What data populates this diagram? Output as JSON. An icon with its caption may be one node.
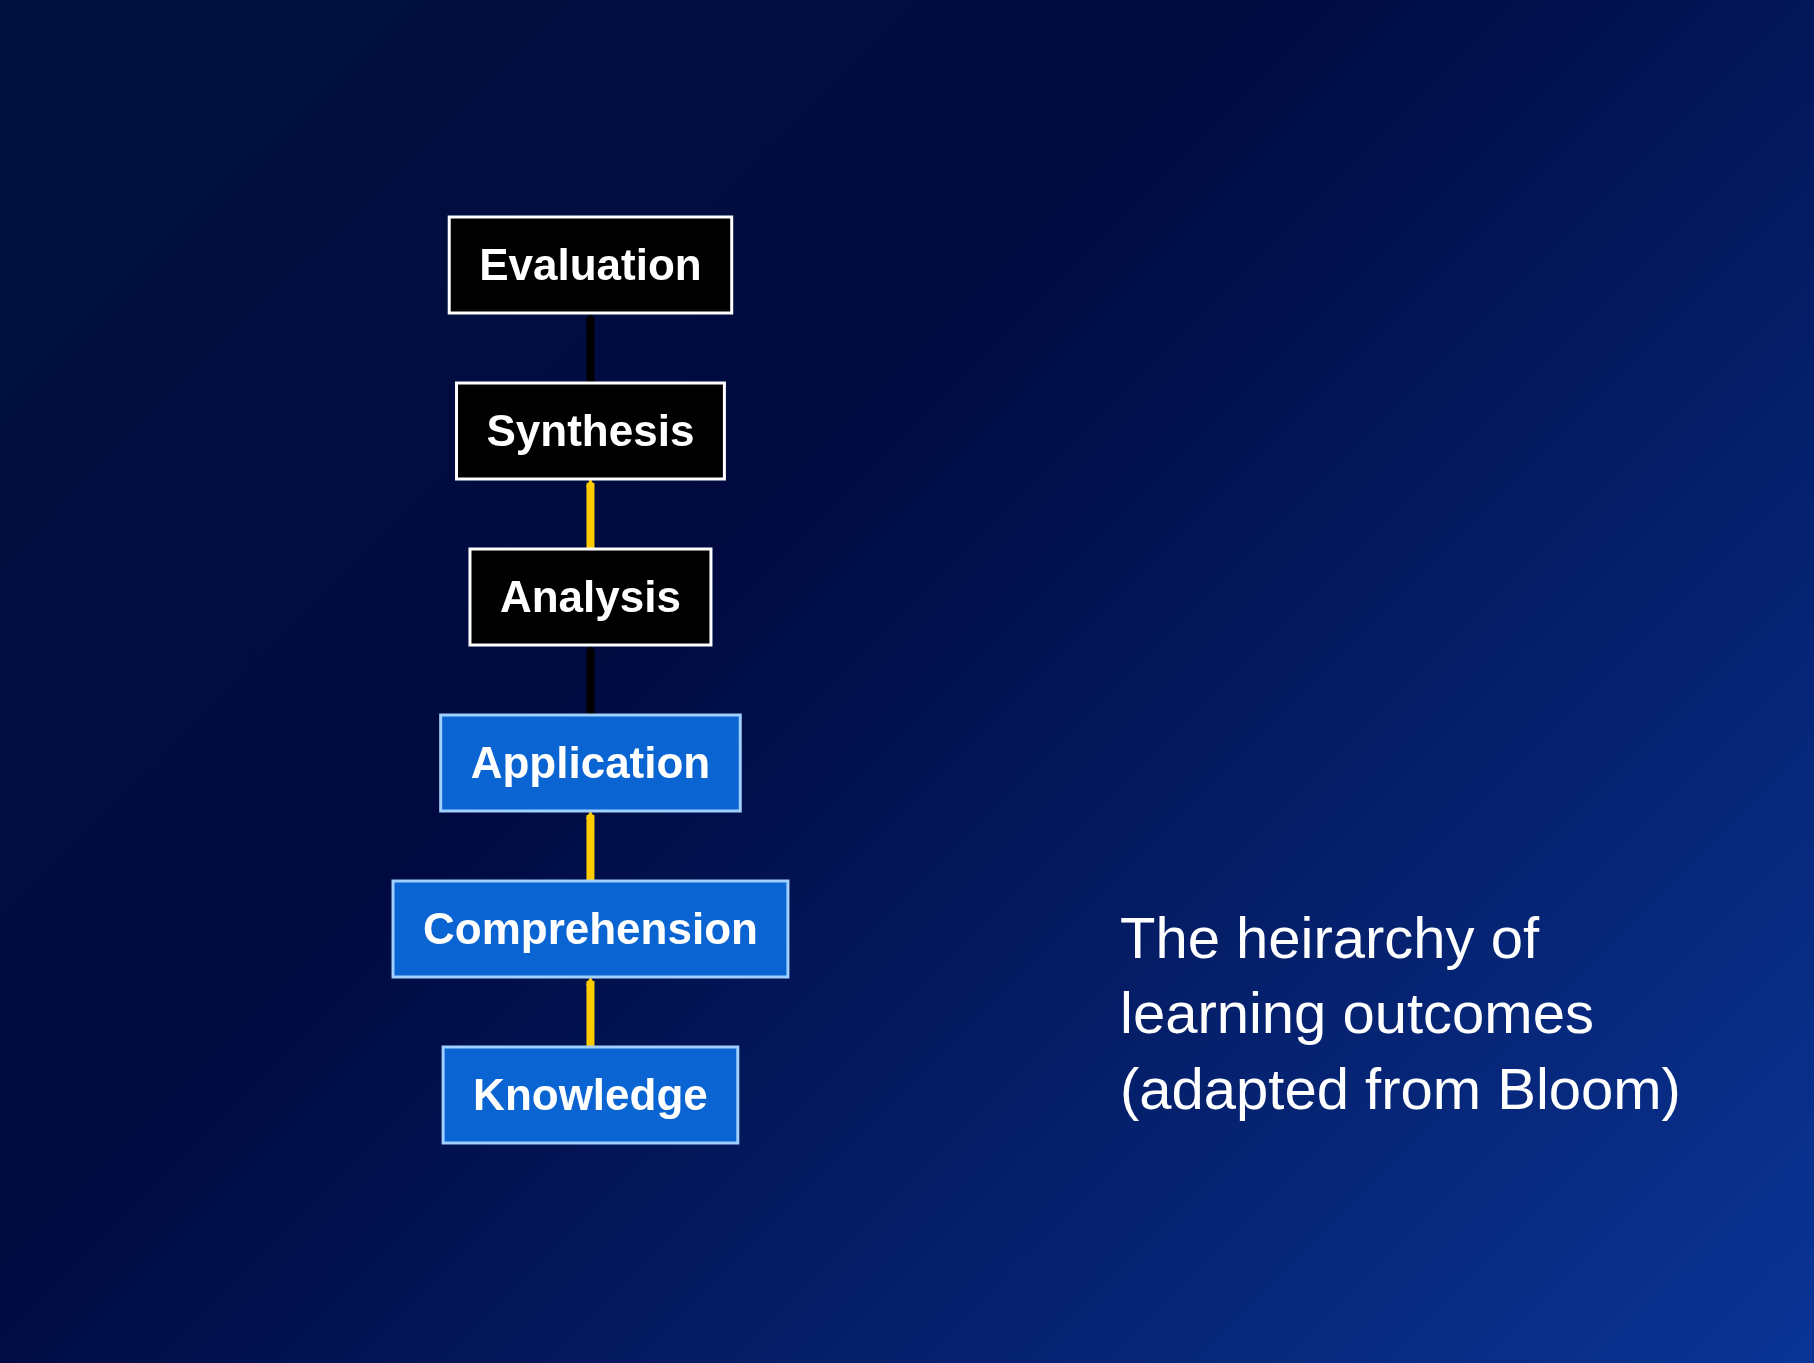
{
  "diagram": {
    "caption": "The heirarchy of learning outcomes (adapted from Bloom)",
    "nodes": [
      {
        "text": [
          "Knowledge"
        ]
      },
      {
        "text": [
          "Comprehension"
        ]
      },
      {
        "text": [
          "Application"
        ]
      },
      {
        "text": [
          "Analysis"
        ]
      },
      {
        "text": [
          "Synthesis"
        ]
      },
      {
        "text": [
          "Evaluation"
        ]
      }
    ],
    "edges": [
      {
        "from": 0,
        "to": 1,
        "arrow": "to"
      },
      {
        "from": 1,
        "to": 2,
        "arrow": "to"
      },
      {
        "from": 2,
        "to": 3,
        "arrow": "to",
        "color": "#000000"
      },
      {
        "from": 3,
        "to": 4,
        "arrow": "to"
      },
      {
        "from": 4,
        "to": 5,
        "arrow": "to",
        "color": "#000000"
      }
    ]
  }
}
